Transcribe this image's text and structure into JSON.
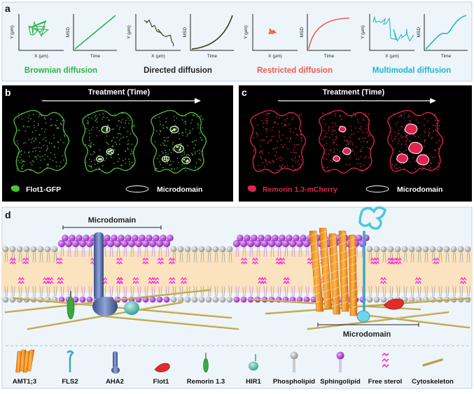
{
  "panel_a": {
    "letter": "a",
    "traj_y": "Y (μm)",
    "traj_x": "X (μm)",
    "msd_y": "MSD",
    "msd_x": "Time",
    "modes": [
      {
        "title": "Brownian diffusion",
        "color": "#2db24a"
      },
      {
        "title": "Directed diffusion",
        "color": "#3a3a1a"
      },
      {
        "title": "Restricted diffusion",
        "color": "#ef5a50"
      },
      {
        "title": "Multimodal diffusion",
        "color": "#22b5cf"
      }
    ]
  },
  "panel_b": {
    "letter": "b",
    "arrow_label": "Treatment (Time)",
    "legend_protein": "Flot1-GFP",
    "legend_domain": "Microdomain",
    "color": "#4fbf3a"
  },
  "panel_c": {
    "letter": "c",
    "arrow_label": "Treatment (Time)",
    "legend_protein": "Remorin 1.3-mCherry",
    "legend_domain": "Microdomain",
    "color": "#e0244f"
  },
  "panel_d": {
    "letter": "d",
    "microdomain_top": "Microdomain",
    "microdomain_bottom": "Microdomain",
    "legend": [
      {
        "label": "AMT1;3",
        "icon": "amt13-icon"
      },
      {
        "label": "FLS2",
        "icon": "fls2-icon"
      },
      {
        "label": "AHA2",
        "icon": "aha2-icon"
      },
      {
        "label": "Flot1",
        "icon": "flot1-icon"
      },
      {
        "label": "Remorin 1.3",
        "icon": "remorin-icon"
      },
      {
        "label": "HIR1",
        "icon": "hir1-icon"
      },
      {
        "label": "Phospholipid",
        "icon": "phospholipid-icon"
      },
      {
        "label": "Sphingolipid",
        "icon": "sphingolipid-icon"
      },
      {
        "label": "Free sterol",
        "icon": "sterol-icon"
      },
      {
        "label": "Cytoskeleton",
        "icon": "cytoskeleton-icon"
      }
    ]
  }
}
